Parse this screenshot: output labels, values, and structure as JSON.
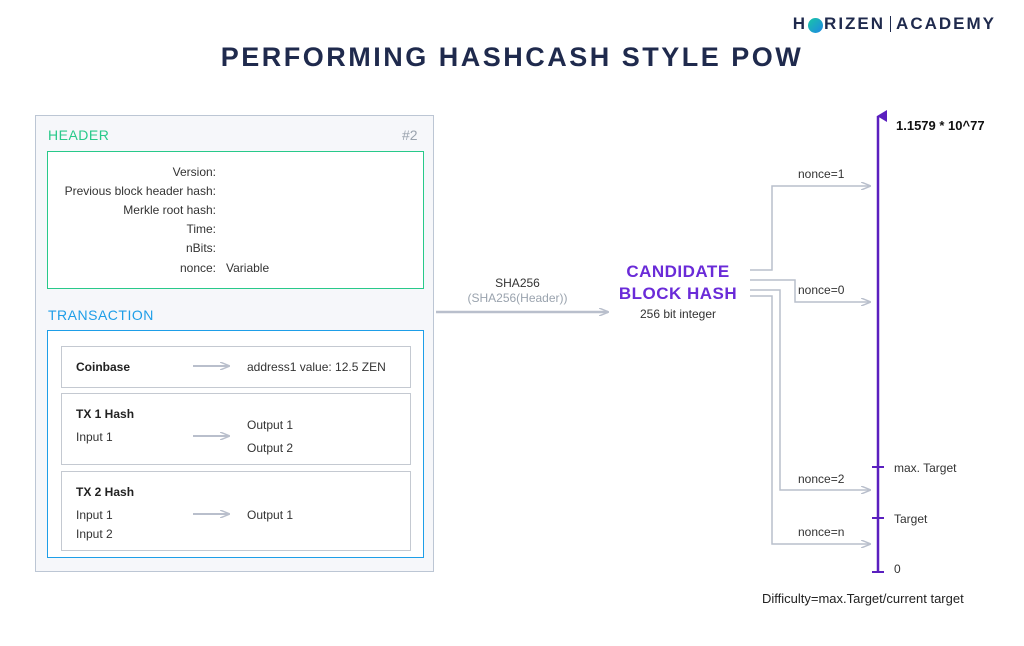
{
  "brand": {
    "left": "H",
    "right_rest": "RIZEN",
    "academy": "ACADEMY"
  },
  "title": "PERFORMING HASHCASH STYLE POW",
  "block": {
    "header_label": "HEADER",
    "block_number": "#2",
    "fields": [
      "Version:",
      "Previous block header hash:",
      "Merkle root hash:",
      "Time:",
      "nBits:",
      "nonce:"
    ],
    "nonce_value": "Variable",
    "transaction_label": "TRANSACTION",
    "coinbase": {
      "label": "Coinbase",
      "output": "address1 value: 12.5 ZEN"
    },
    "tx1": {
      "title": "TX 1 Hash",
      "input": "Input 1",
      "outputs": [
        "Output 1",
        "Output 2"
      ]
    },
    "tx2": {
      "title": "TX 2 Hash",
      "inputs": [
        "Input 1",
        "Input 2"
      ],
      "output": "Output 1"
    }
  },
  "hash_step": {
    "label": "SHA256",
    "sub": "(SHA256(Header))"
  },
  "candidate": {
    "line1": "CANDIDATE",
    "line2": "BLOCK HASH",
    "sub": "256 bit integer"
  },
  "nonces": [
    "nonce=1",
    "nonce=0",
    "nonce=2",
    "nonce=n"
  ],
  "axis": {
    "top": "1.1579 * 10^77",
    "max_target": "max. Target",
    "target": "Target",
    "zero": "0"
  },
  "difficulty": "Difficulty=max.Target/current target",
  "colors": {
    "title": "#1f2a4d",
    "header": "#28c98a",
    "transaction": "#1e9ee8",
    "candidate": "#6a2bd8",
    "axis": "#5a1fbf",
    "connector": "#b9bfcc"
  }
}
